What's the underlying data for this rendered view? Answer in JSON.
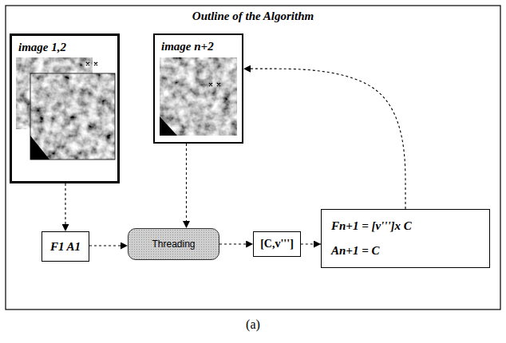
{
  "diagram": {
    "title": "Outline of the Algorithm",
    "caption": "(a)",
    "nodes": [
      {
        "text": [
          "image 1,2"
        ]
      },
      {
        "text": [
          "image n+2"
        ]
      },
      {
        "text": [
          "F1 A1"
        ]
      },
      {
        "text": [
          "Threading"
        ]
      },
      {
        "text": [
          "[C,v''']"
        ]
      },
      {
        "text": [
          "Fn+1 = [v''']x C",
          "An+1 = C"
        ]
      }
    ],
    "edges": [
      {
        "from": 0,
        "to": 2,
        "arrow": "to"
      },
      {
        "from": 1,
        "to": 3,
        "arrow": "to"
      },
      {
        "from": 2,
        "to": 3,
        "arrow": "to"
      },
      {
        "from": 3,
        "to": 4,
        "arrow": "to"
      },
      {
        "from": 4,
        "to": 5,
        "arrow": "to"
      },
      {
        "from": 5,
        "to": 1,
        "arrow": "to"
      }
    ]
  }
}
